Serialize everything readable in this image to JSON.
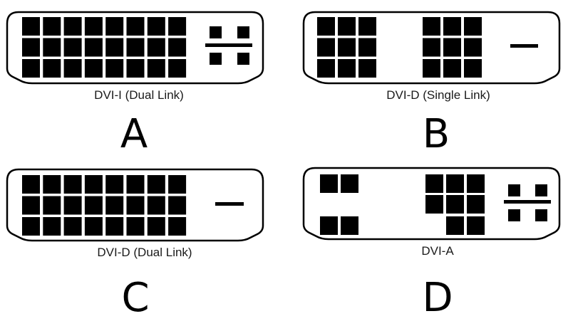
{
  "connectors": [
    {
      "id": "A",
      "caption": "DVI-I (Dual Link)",
      "letter": "A",
      "pins": "dual-link 24-pin",
      "analog_contacts": "cross with four analog pins"
    },
    {
      "id": "B",
      "caption": "DVI-D (Single Link)",
      "letter": "B",
      "pins": "single-link 18-pin",
      "analog_contacts": "flat blade only"
    },
    {
      "id": "C",
      "caption": "DVI-D (Dual Link)",
      "letter": "C",
      "pins": "dual-link 24-pin",
      "analog_contacts": "flat blade only"
    },
    {
      "id": "D",
      "caption": "DVI-A",
      "letter": "D",
      "pins": "analog-only 12-pin",
      "analog_contacts": "cross with four analog pins"
    }
  ],
  "colors": {
    "outline": "#000000",
    "pin": "#000000",
    "background": "#ffffff"
  }
}
